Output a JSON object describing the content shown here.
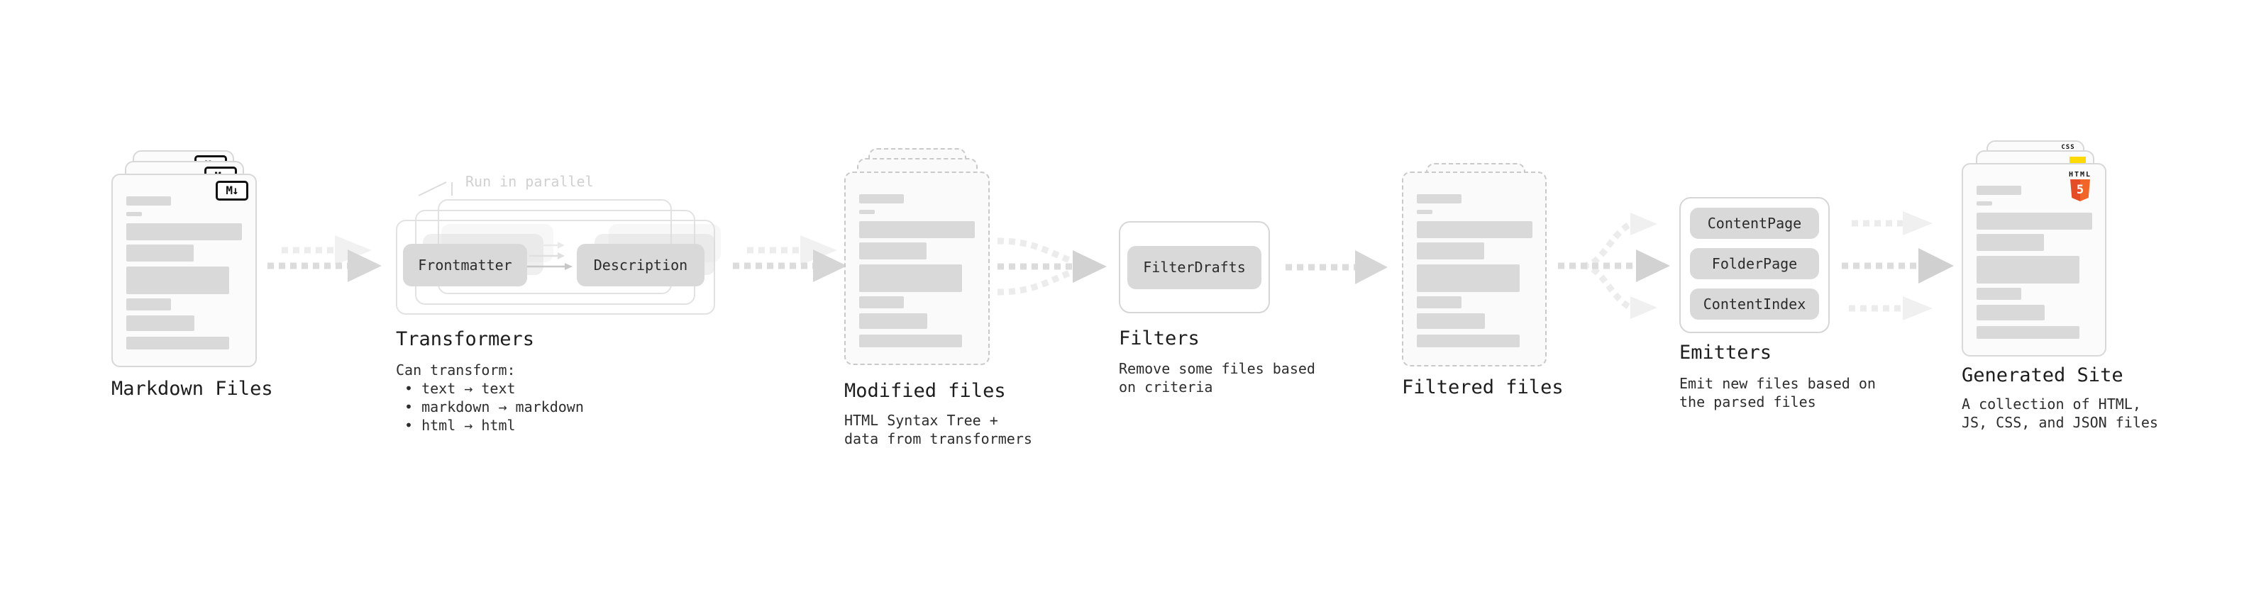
{
  "colors": {
    "background": "#ffffff",
    "card_border": "#d8d8d8",
    "card_fill": "#fbfbfb",
    "dashed_border": "#c9c9c9",
    "bar": "#d9d9d9",
    "button_fill": "#d9d9d9",
    "button_text": "#2b2b2b",
    "heading_text": "#1d1d1d",
    "body_text": "#2d2d2d",
    "faint_text": "#d0d0d0",
    "markdown_badge": "#111111",
    "html5_orange": "#e44d26",
    "html5_orange_light": "#f16529",
    "js_yellow": "#ffd900",
    "css_blue": "#2962f1"
  },
  "stages": {
    "markdown": {
      "label": "Markdown Files",
      "badge": "M↓"
    },
    "transformers": {
      "label": "Transformers",
      "annotation": "Run in parallel",
      "step1": "Frontmatter",
      "step2": "Description",
      "desc_title": "Can transform:",
      "bullet1": "• text → text",
      "bullet2": "• markdown → markdown",
      "bullet3": "• html → html"
    },
    "modified": {
      "label": "Modified files",
      "desc_line1": "HTML Syntax Tree +",
      "desc_line2": "data from transformers"
    },
    "filters": {
      "label": "Filters",
      "button": "FilterDrafts",
      "desc_line1": "Remove some files based",
      "desc_line2": "on criteria"
    },
    "filtered": {
      "label": "Filtered files"
    },
    "emitters": {
      "label": "Emitters",
      "button1": "ContentPage",
      "button2": "FolderPage",
      "button3": "ContentIndex",
      "desc_line1": "Emit new files based on",
      "desc_line2": "the parsed files"
    },
    "generated": {
      "label": "Generated Site",
      "css_badge": "CSS",
      "html_badge": "HTML",
      "html5_number": "5",
      "desc_line1": "A collection of HTML,",
      "desc_line2": "JS, CSS, and JSON files"
    }
  }
}
